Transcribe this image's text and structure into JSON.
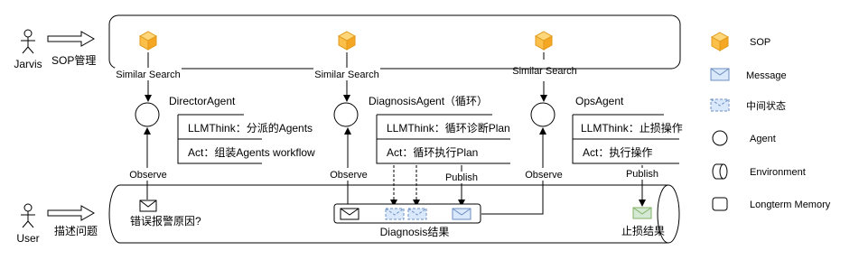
{
  "actors": {
    "top": {
      "name": "Jarvis",
      "action": "SOP管理"
    },
    "bottom": {
      "name": "User",
      "action": "描述问题"
    }
  },
  "agents": [
    {
      "name": "DirectorAgent",
      "think": "LLMThink：分派的Agents",
      "act": "Act：组装Agents workflow",
      "search": "Similar Search",
      "observe": "Observe"
    },
    {
      "name": "DiagnosisAgent（循环）",
      "think": "LLMThink：循环诊断Plan",
      "act": "Act：循环执行Plan",
      "search": "Similar Search",
      "observe": "Observe",
      "publish": "Publish"
    },
    {
      "name": "OpsAgent",
      "think": "LLMThink：止损操作",
      "act": "Act：执行操作",
      "search": "Similar Search",
      "observe": "Observe",
      "publish": "Publish"
    }
  ],
  "environment": {
    "user_question": "错误报警原因?",
    "diagnosis_result": "Diagnosis结果",
    "stop_loss_result": "止损结果"
  },
  "legend": [
    {
      "label": "SOP",
      "icon": "sop-cube-icon"
    },
    {
      "label": "Message",
      "icon": "message-envelope-icon"
    },
    {
      "label": "中间状态",
      "icon": "intermediate-state-icon"
    },
    {
      "label": "Agent",
      "icon": "agent-circle-icon"
    },
    {
      "label": "Environment",
      "icon": "environment-cylinder-icon"
    },
    {
      "label": "Longterm Memory",
      "icon": "longterm-memory-icon"
    }
  ],
  "colors": {
    "sop_fill": "#fbbf4a",
    "sop_stroke": "#e09a1a",
    "message_fill": "#dae8fc",
    "message_stroke": "#6c8ebf",
    "result_fill": "#d5e8d4",
    "result_stroke": "#82b366",
    "line": "#000000"
  }
}
